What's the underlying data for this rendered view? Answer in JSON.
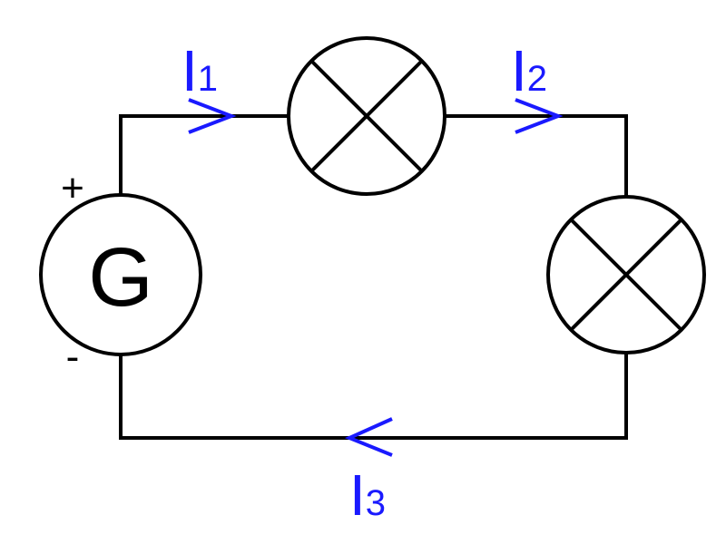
{
  "generator": {
    "label": "G",
    "plus": "+",
    "minus": "-"
  },
  "currents": [
    {
      "letter": "I",
      "index": "1"
    },
    {
      "letter": "I",
      "index": "2"
    },
    {
      "letter": "I",
      "index": "3"
    }
  ],
  "colors": {
    "wire": "#000000",
    "current": "#1a1aff",
    "background": "#ffffff"
  }
}
